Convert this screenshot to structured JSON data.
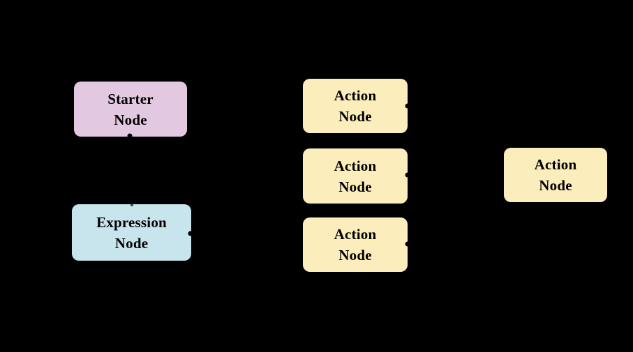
{
  "diagram": {
    "background_color": "#000000",
    "text_color": "#000000",
    "node_colors": {
      "starter": "#e2c8e0",
      "expression": "#c8e4ed",
      "action": "#fcedbc"
    },
    "nodes": [
      {
        "id": "starter",
        "type": "starter",
        "label": "Starter\nNode",
        "fill": "#e2c8e0"
      },
      {
        "id": "expression",
        "type": "expression",
        "label": "Expression\nNode",
        "fill": "#c8e4ed"
      },
      {
        "id": "action-1",
        "type": "action",
        "label": "Action\nNode",
        "fill": "#fcedbc"
      },
      {
        "id": "action-2",
        "type": "action",
        "label": "Action\nNode",
        "fill": "#fcedbc"
      },
      {
        "id": "action-3",
        "type": "action",
        "label": "Action\nNode",
        "fill": "#fcedbc"
      },
      {
        "id": "action-right",
        "type": "action",
        "label": "Action\nNode",
        "fill": "#fcedbc"
      }
    ]
  }
}
